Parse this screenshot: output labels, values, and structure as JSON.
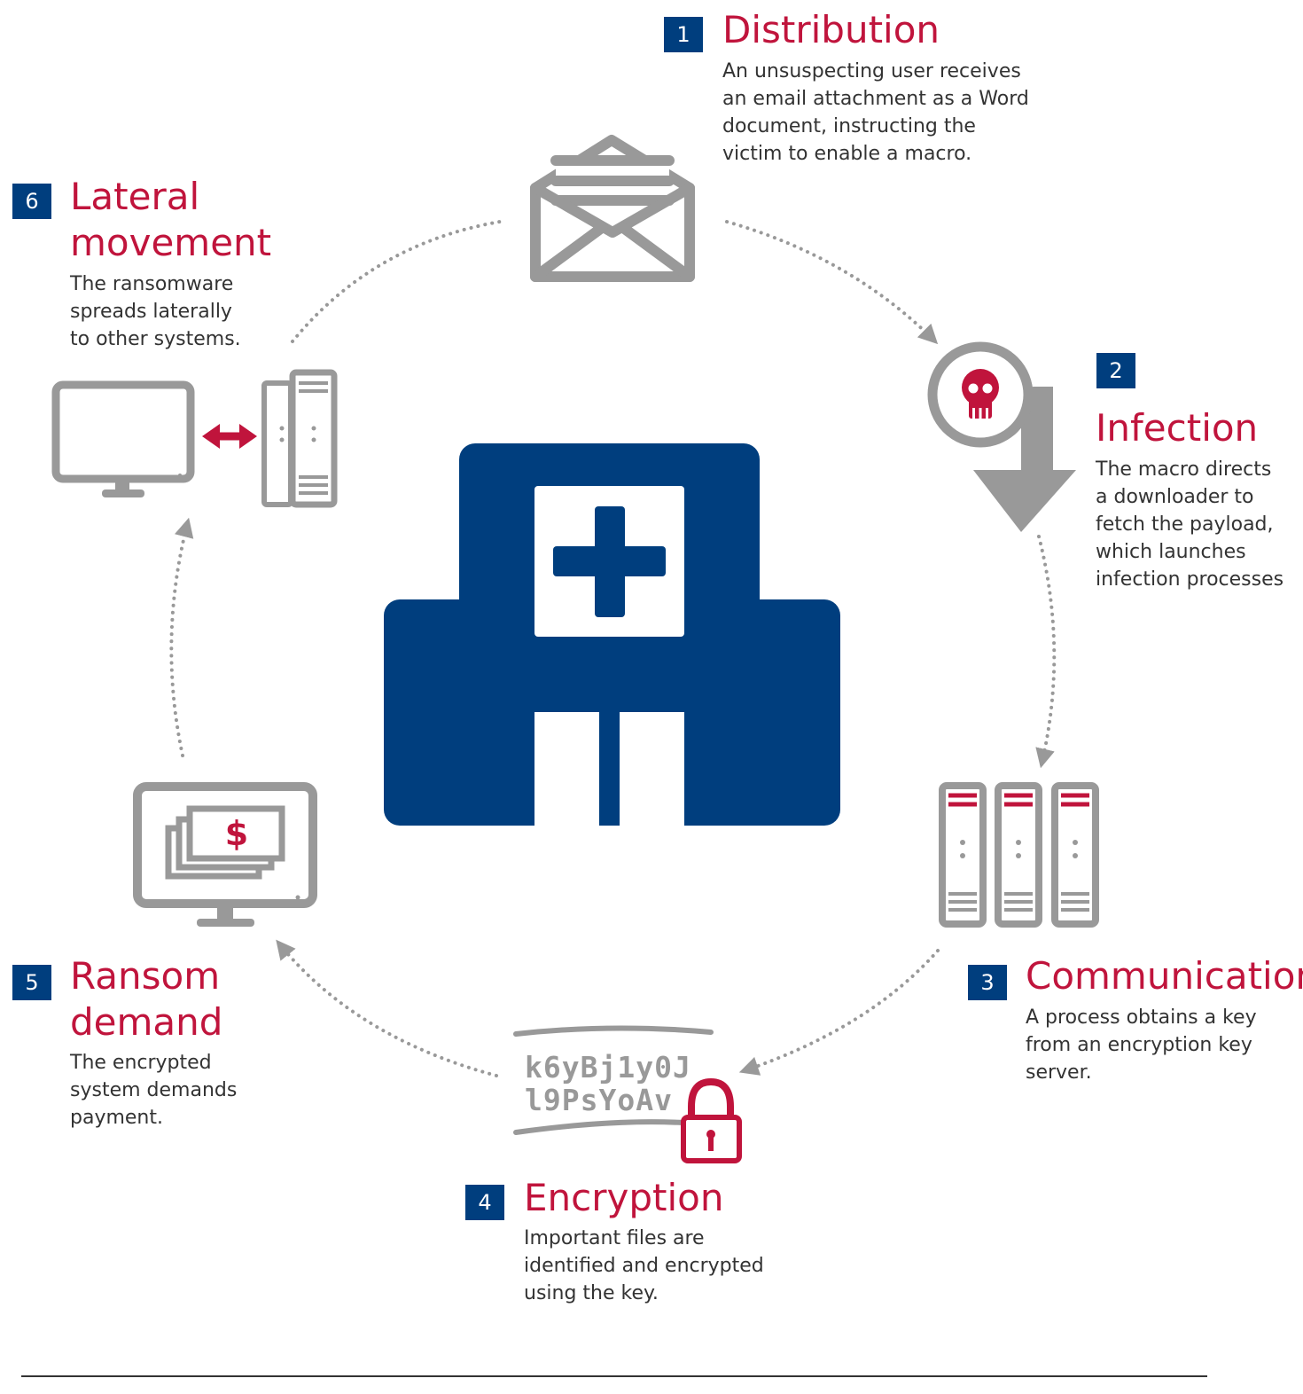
{
  "colors": {
    "brand_blue": "#003e7e",
    "accent_red": "#c0143c",
    "icon_gray": "#999999",
    "text_dark": "#333333"
  },
  "steps": [
    {
      "number": "1",
      "title_lines": [
        "Distribution"
      ],
      "desc_lines": [
        "An unsuspecting user receives",
        "an email attachment as a Word",
        "document, instructing the",
        "victim to enable a macro."
      ],
      "icon": "envelope-icon"
    },
    {
      "number": "2",
      "title_lines": [
        "Infection"
      ],
      "desc_lines": [
        "The macro directs",
        "a downloader to",
        "fetch the payload,",
        "which launches",
        "infection processes"
      ],
      "icon": "skull-download-icon"
    },
    {
      "number": "3",
      "title_lines": [
        "Communication"
      ],
      "desc_lines": [
        "A process obtains a key",
        "from an encryption key",
        "server."
      ],
      "icon": "server-rack-icon"
    },
    {
      "number": "4",
      "title_lines": [
        "Encryption"
      ],
      "desc_lines": [
        "Important files are",
        "identified and encrypted",
        "using the key."
      ],
      "icon": "padlock-icon"
    },
    {
      "number": "5",
      "title_lines": [
        "Ransom",
        "demand"
      ],
      "desc_lines": [
        "The encrypted",
        "system demands",
        "payment."
      ],
      "icon": "monitor-money-icon"
    },
    {
      "number": "6",
      "title_lines": [
        "Lateral",
        "movement"
      ],
      "desc_lines": [
        "The ransomware",
        "spreads laterally",
        "to other systems."
      ],
      "icon": "monitor-server-icon"
    }
  ],
  "cipher_text": [
    "k6yBj1y0J",
    "l9PsYoAv"
  ],
  "money_symbol": "$",
  "center_icon": "hospital-icon"
}
